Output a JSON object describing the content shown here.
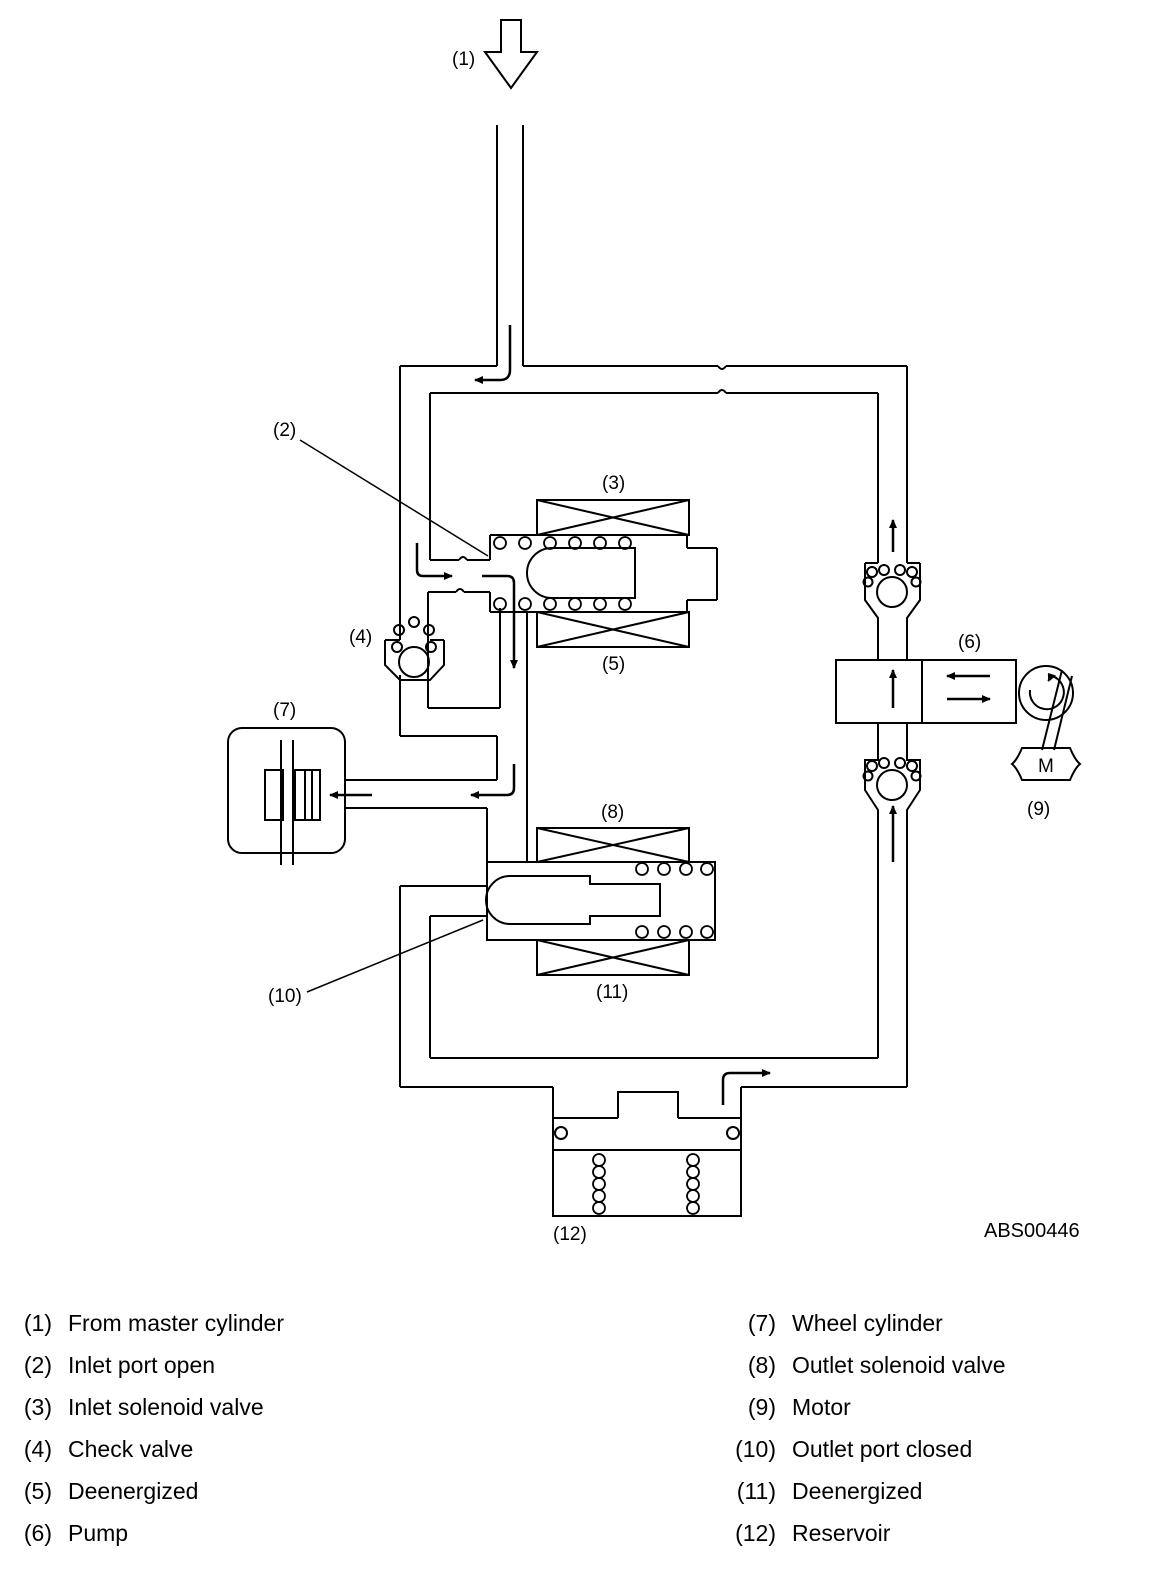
{
  "diagram": {
    "figure_id": "ABS00446",
    "callouts": {
      "c1": "(1)",
      "c2": "(2)",
      "c3": "(3)",
      "c4": "(4)",
      "c5": "(5)",
      "c6": "(6)",
      "c7": "(7)",
      "c8": "(8)",
      "c9": "(9)",
      "c10": "(10)",
      "c11": "(11)",
      "c12": "(12)"
    },
    "motor_letter": "M"
  },
  "legend": {
    "left": [
      {
        "num": "(1)",
        "text": "From master cylinder"
      },
      {
        "num": "(2)",
        "text": "Inlet port open"
      },
      {
        "num": "(3)",
        "text": "Inlet solenoid valve"
      },
      {
        "num": "(4)",
        "text": "Check valve"
      },
      {
        "num": "(5)",
        "text": "Deenergized"
      },
      {
        "num": "(6)",
        "text": "Pump"
      }
    ],
    "right": [
      {
        "num": "(7)",
        "text": "Wheel cylinder"
      },
      {
        "num": "(8)",
        "text": "Outlet solenoid valve"
      },
      {
        "num": "(9)",
        "text": "Motor"
      },
      {
        "num": "(10)",
        "text": "Outlet port closed"
      },
      {
        "num": "(11)",
        "text": "Deenergized"
      },
      {
        "num": "(12)",
        "text": "Reservoir"
      }
    ]
  }
}
